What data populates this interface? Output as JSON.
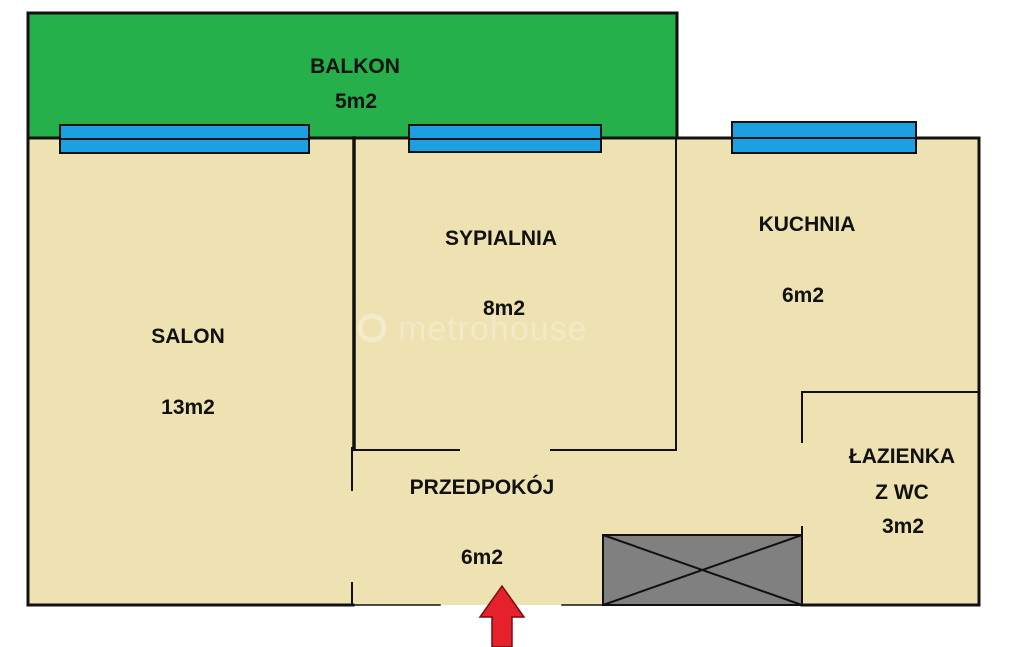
{
  "colors": {
    "floor": "#EEE2B2",
    "balcony": "#25B04C",
    "window": "#1BA1E2",
    "wall": "#111111",
    "shaft": "#808080",
    "entrance_arrow": "#E5212B",
    "background": "#FFFFFF"
  },
  "watermark": {
    "icon": "metrohouse-logo-icon",
    "text": "metrohouse"
  },
  "rooms": {
    "balkon": {
      "name": "BALKON",
      "area": "5m2"
    },
    "salon": {
      "name": "SALON",
      "area": "13m2"
    },
    "sypialnia": {
      "name": "SYPIALNIA",
      "area": "8m2"
    },
    "kuchnia": {
      "name": "KUCHNIA",
      "area": "6m2"
    },
    "przedpokoj": {
      "name": "PRZEDPOKÓJ",
      "area": "6m2"
    },
    "lazienka": {
      "name_line1": "ŁAZIENKA",
      "name_line2": "Z WC",
      "area": "3m2"
    }
  },
  "windows": [
    {
      "room": "salon"
    },
    {
      "room": "sypialnia"
    },
    {
      "room": "kuchnia"
    }
  ],
  "entrance": {
    "icon": "entrance-arrow-icon"
  }
}
